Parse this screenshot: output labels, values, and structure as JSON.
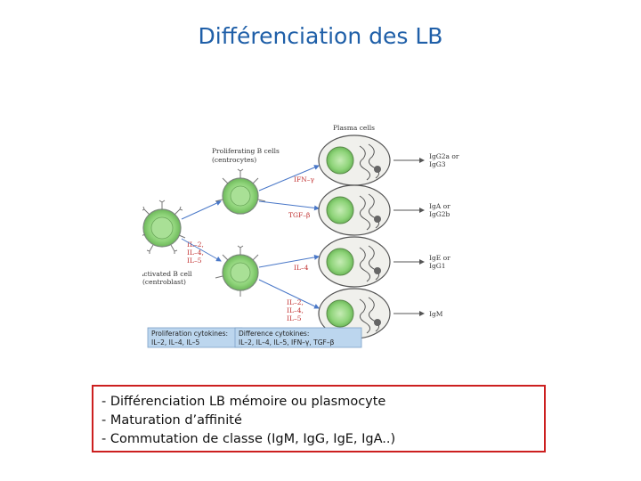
{
  "title": "Différenciation des LB",
  "diagram": {
    "plasma_cells_label": "Plasma cells",
    "proliferating_label_1": "Proliferating B cells",
    "proliferating_label_2": "(centrocytes)",
    "activated_label_1": "Activated B cell",
    "activated_label_2": "(centroblast)",
    "ifn_label": "IFN–γ",
    "tgf_label": "TGF–β",
    "il4_label": "IL–4",
    "il_group_1": [
      "IL–2,",
      "IL–4,",
      "IL–5"
    ],
    "il_group_2": [
      "IL–2,",
      "IL–4,",
      "IL–5"
    ],
    "outputs": [
      [
        "IgG2a or",
        "IgG3"
      ],
      [
        "IgA or",
        "IgG2b"
      ],
      [
        "IgE or",
        "IgG1"
      ],
      [
        "IgM"
      ]
    ],
    "prolif_box": [
      "Proliferation cytokines:",
      "IL–2, IL–4, IL–5"
    ],
    "diff_box": [
      "Difference cytokines:",
      "IL–2, IL–4, IL–5, IFN–γ, TGF–β"
    ]
  },
  "summary": [
    "- Différenciation LB mémoire ou plasmocyte",
    "- Maturation d’affinité",
    "- Commutation de classe (IgM, IgG, IgE, IgA..)"
  ],
  "colors": {
    "title": "#1f5fa8",
    "cell_fill": "#8fd47a",
    "cell_core": "#b8e6a6",
    "box_fill": "#bcd6ee",
    "summary_border": "#cc1f1f"
  }
}
